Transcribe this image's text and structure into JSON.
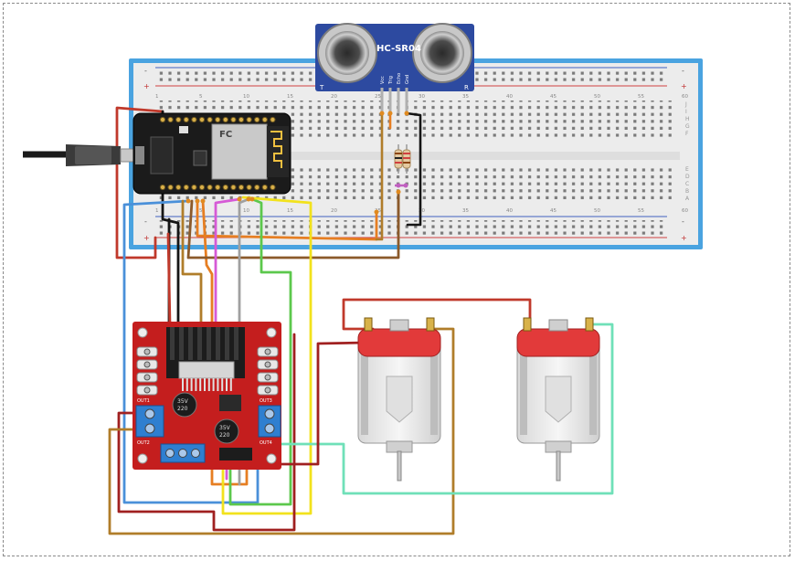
{
  "sensor": {
    "model": "HC-SR04",
    "left_mark": "T",
    "right_mark": "R",
    "pins": [
      "Vcc",
      "Trig",
      "Echo",
      "Gnd"
    ]
  },
  "breadboard": {
    "col_numbers": [
      "1",
      "5",
      "10",
      "15",
      "20",
      "25",
      "30",
      "35",
      "40",
      "45",
      "50",
      "55",
      "60"
    ],
    "row_letters_top": [
      "J",
      "I",
      "H",
      "G",
      "F"
    ],
    "row_letters_bottom": [
      "E",
      "D",
      "C",
      "B",
      "A"
    ],
    "rail_minus": "-",
    "rail_plus": "+"
  },
  "nodemcu": {
    "logo": "FC"
  },
  "driver": {
    "out_labels": [
      "OUT1",
      "OUT2",
      "OUT3",
      "OUT4"
    ],
    "cap_text": [
      "35V",
      "220"
    ]
  },
  "colors": {
    "red": "#c0392b",
    "black": "#151515",
    "orange": "#e67e22",
    "brown": "#8b5a2b",
    "gold": "#b07d2a",
    "yellow": "#f2e21c",
    "green": "#5cc84c",
    "blue": "#4a90d9",
    "magenta": "#d65ad6",
    "gray": "#a0a0a0",
    "mint": "#6fe0b8",
    "darkred": "#a02020"
  },
  "icons": [
    "usb-cable-icon",
    "dc-motor-icon",
    "resistor-icon",
    "capacitor-icon",
    "terminal-block-icon"
  ]
}
